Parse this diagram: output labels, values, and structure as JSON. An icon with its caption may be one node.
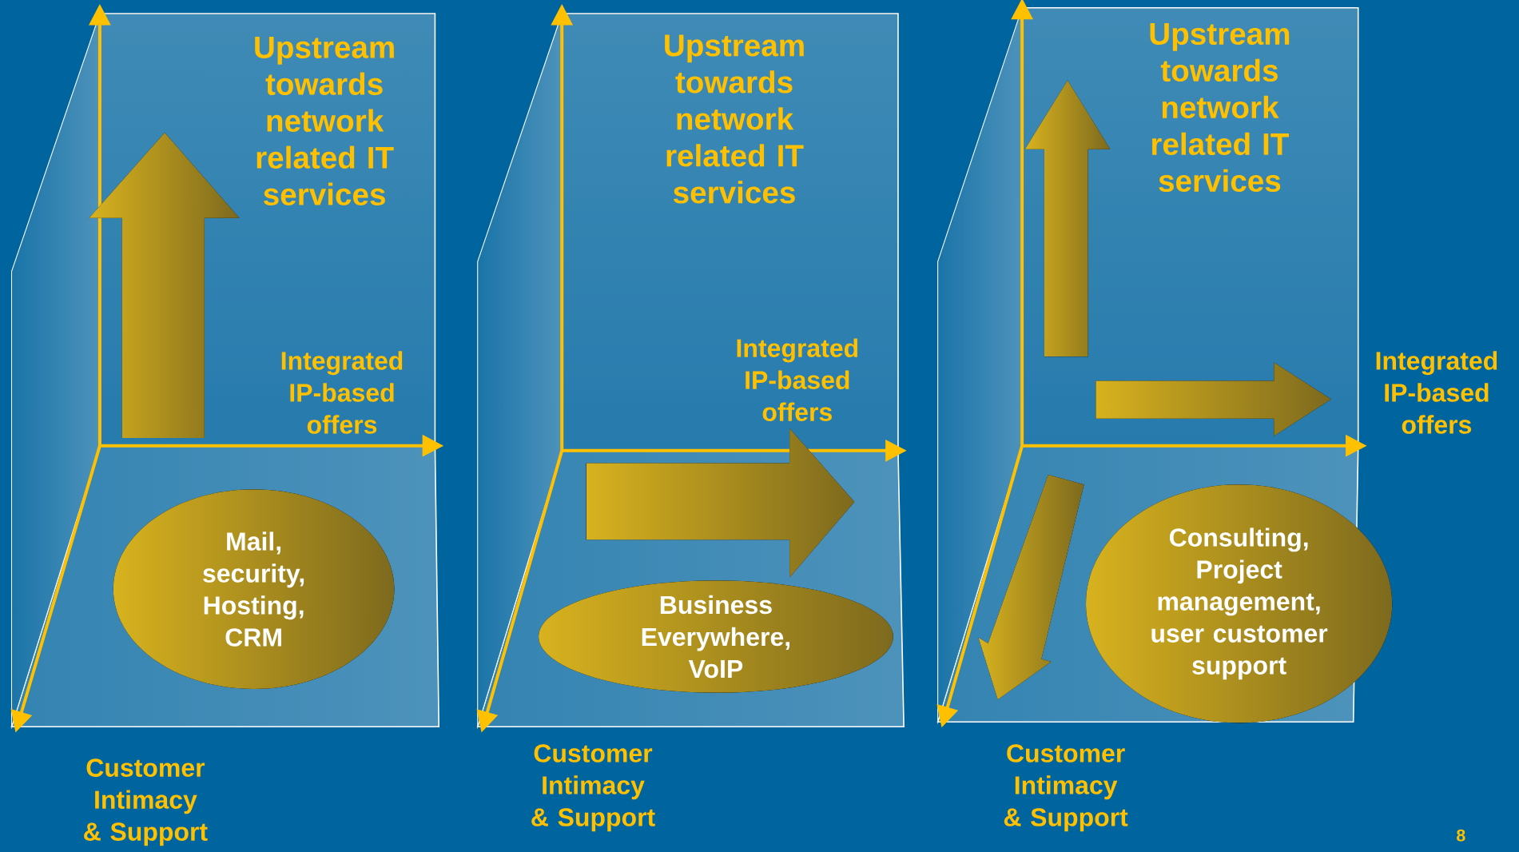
{
  "diagram": {
    "nodes": [
      {
        "text": [
          "Mail, security, Hosting, CRM"
        ]
      },
      {
        "text": [
          "Business Everywhere, VoIP"
        ]
      },
      {
        "text": [
          "Consulting, Project management, user customer support"
        ]
      }
    ],
    "labels": [
      "Upstream towards network related IT services",
      "Integrated IP-based offers",
      "Customer Intimacy & Support",
      "Upstream towards network related IT services",
      "Integrated IP-based offers",
      "Customer Intimacy & Support",
      "Upstream towards network related IT services",
      "Integrated IP-based offers",
      "Customer Intimacy & Support",
      "8"
    ]
  }
}
